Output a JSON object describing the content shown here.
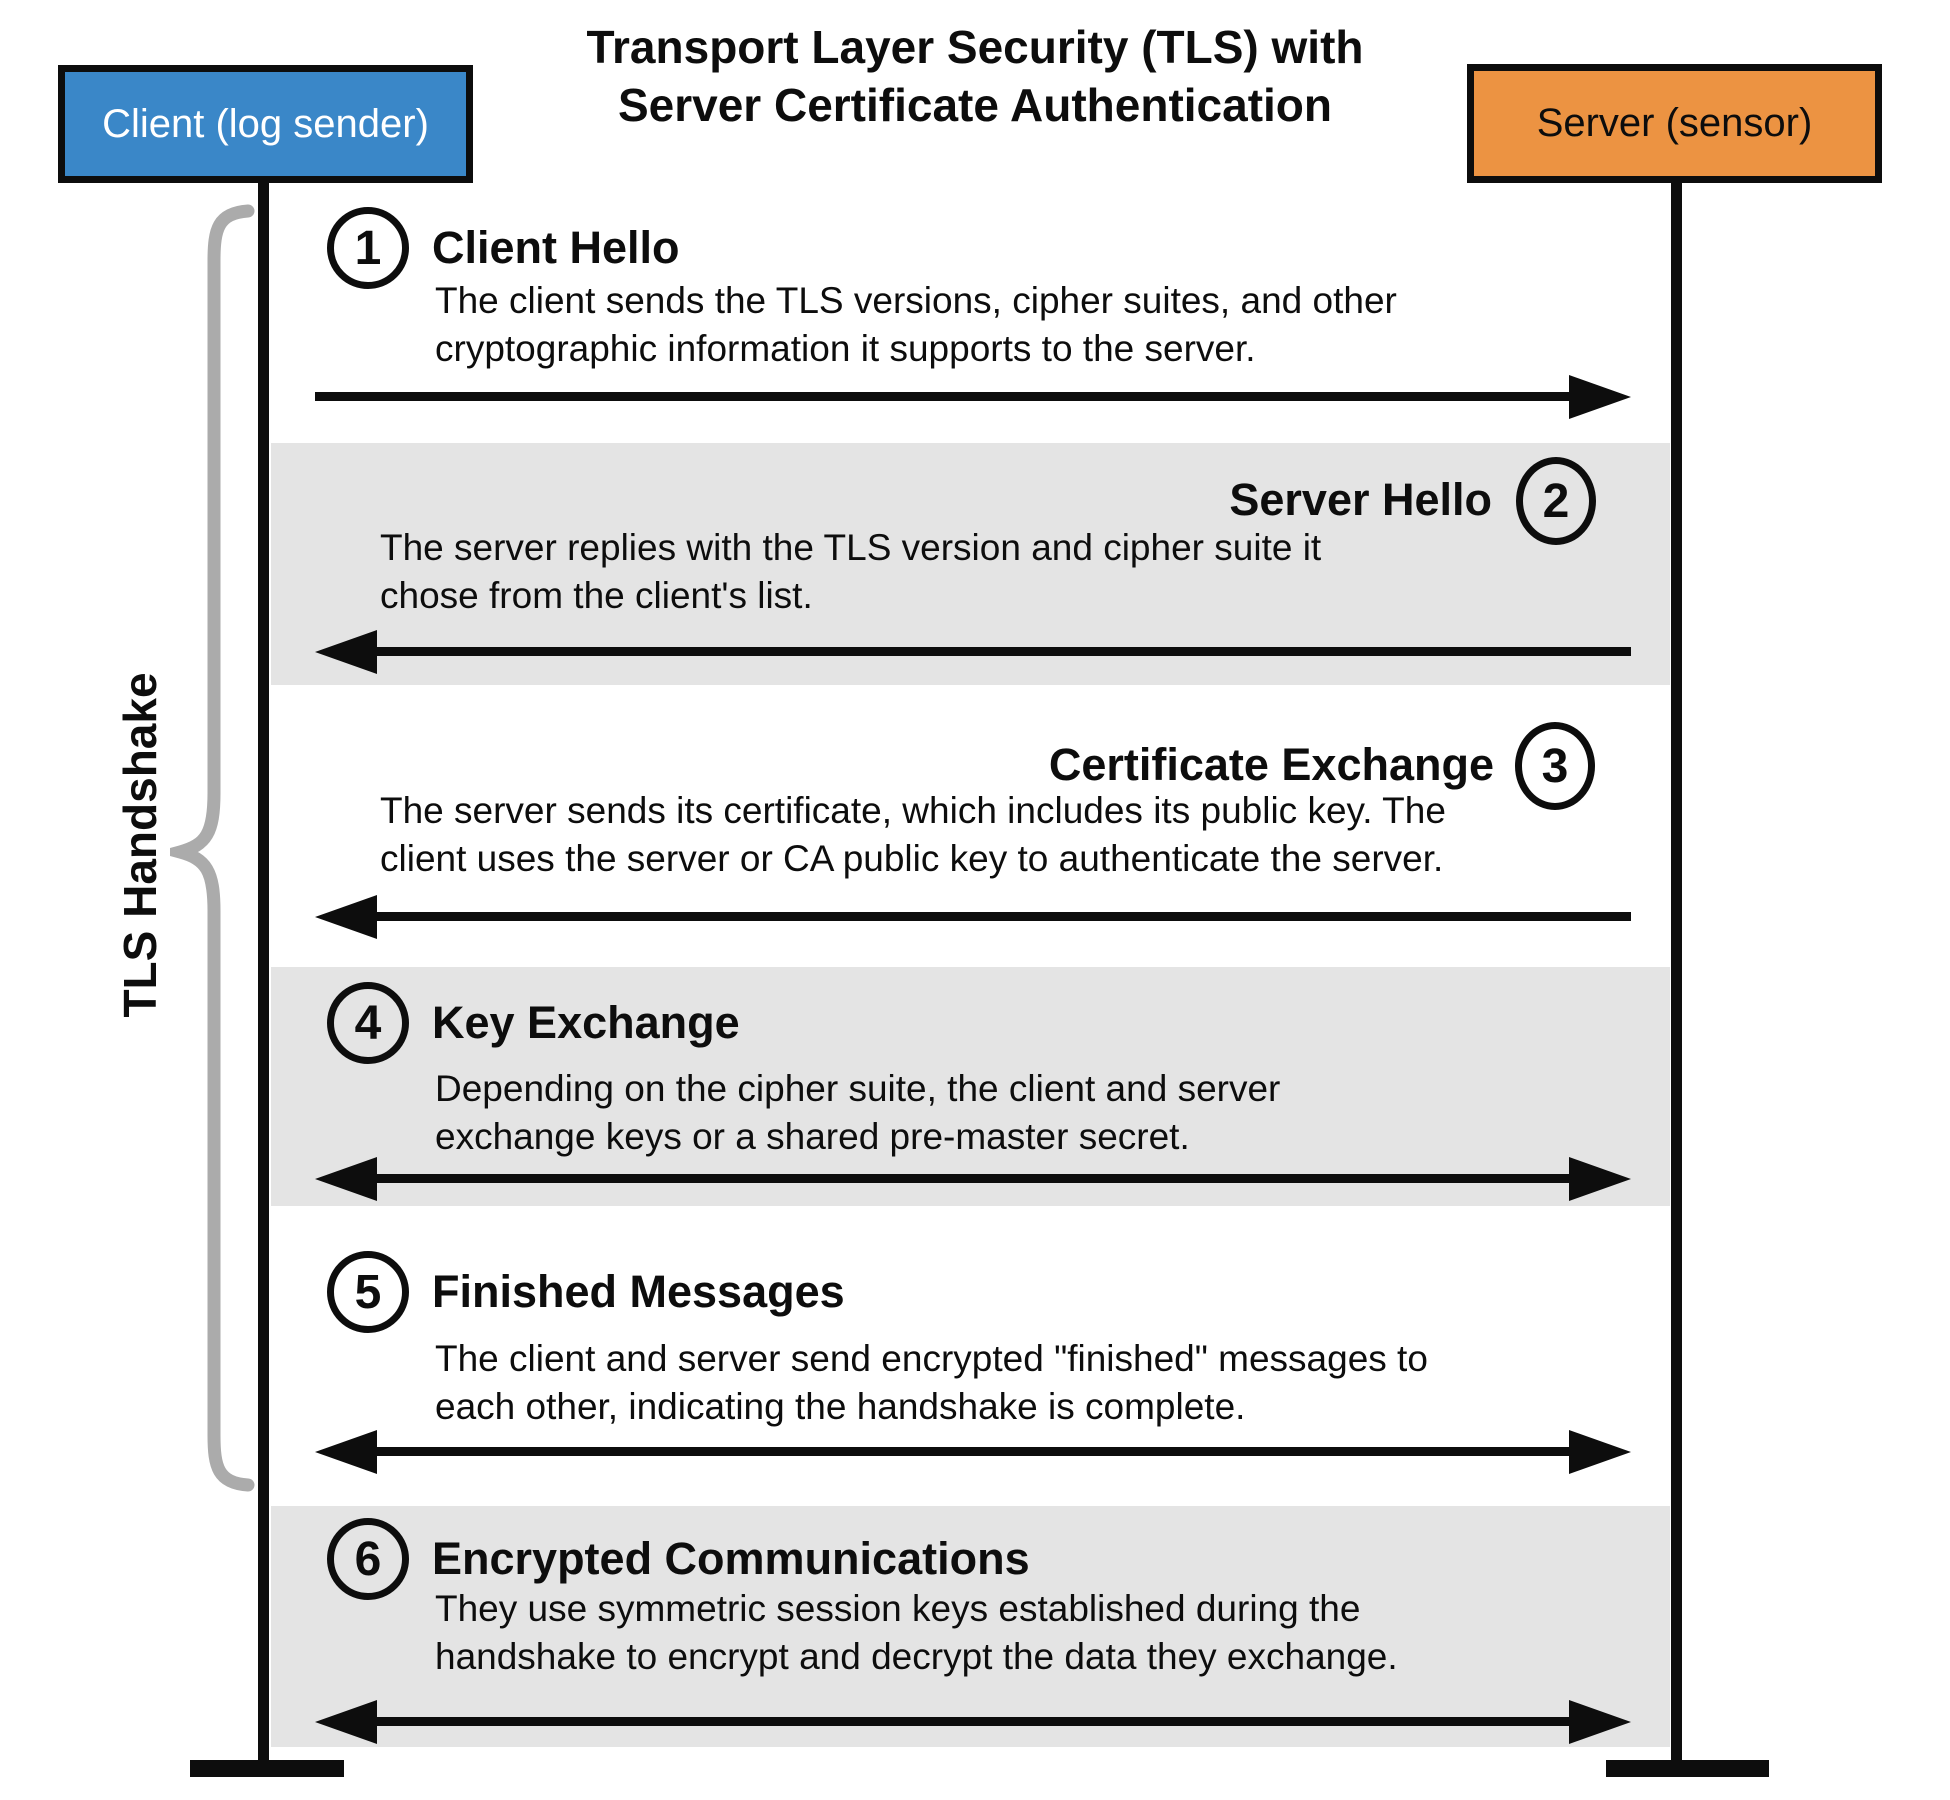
{
  "header": {
    "title_line1": "Transport Layer Security (TLS) with",
    "title_line2": "Server Certificate Authentication"
  },
  "actors": {
    "client": "Client (log sender)",
    "server": "Server (sensor)"
  },
  "handshake_brace_label": "TLS Handshake",
  "steps": [
    {
      "number": "1",
      "title": "Client Hello",
      "direction": "right",
      "lines": [
        "The client sends the TLS versions, cipher suites, and other",
        "cryptographic information it supports to the server."
      ]
    },
    {
      "number": "2",
      "title": "Server Hello",
      "direction": "left",
      "lines": [
        "The server replies with the TLS version and cipher suite it",
        "chose from the client's list."
      ]
    },
    {
      "number": "3",
      "title": "Certificate Exchange",
      "direction": "left",
      "lines": [
        "The server sends its certificate, which includes its public key. The",
        "client uses the server or CA public key to authenticate the server."
      ]
    },
    {
      "number": "4",
      "title": "Key Exchange",
      "direction": "both",
      "lines": [
        "Depending on the cipher suite, the client and server",
        "exchange keys or a shared pre-master secret."
      ]
    },
    {
      "number": "5",
      "title": "Finished Messages",
      "direction": "both",
      "lines": [
        "The client and server send encrypted \"finished\" messages to",
        "each other, indicating the handshake is complete."
      ]
    },
    {
      "number": "6",
      "title": "Encrypted Communications",
      "direction": "both",
      "lines": [
        "They use symmetric session keys established during the",
        "handshake to encrypt and decrypt the data they exchange."
      ]
    }
  ],
  "colors": {
    "client_box": "#3A87C8",
    "server_box": "#EC9342",
    "shaded_band": "#E4E4E4",
    "brace": "#ABABAB",
    "line": "#0D0D0D"
  }
}
